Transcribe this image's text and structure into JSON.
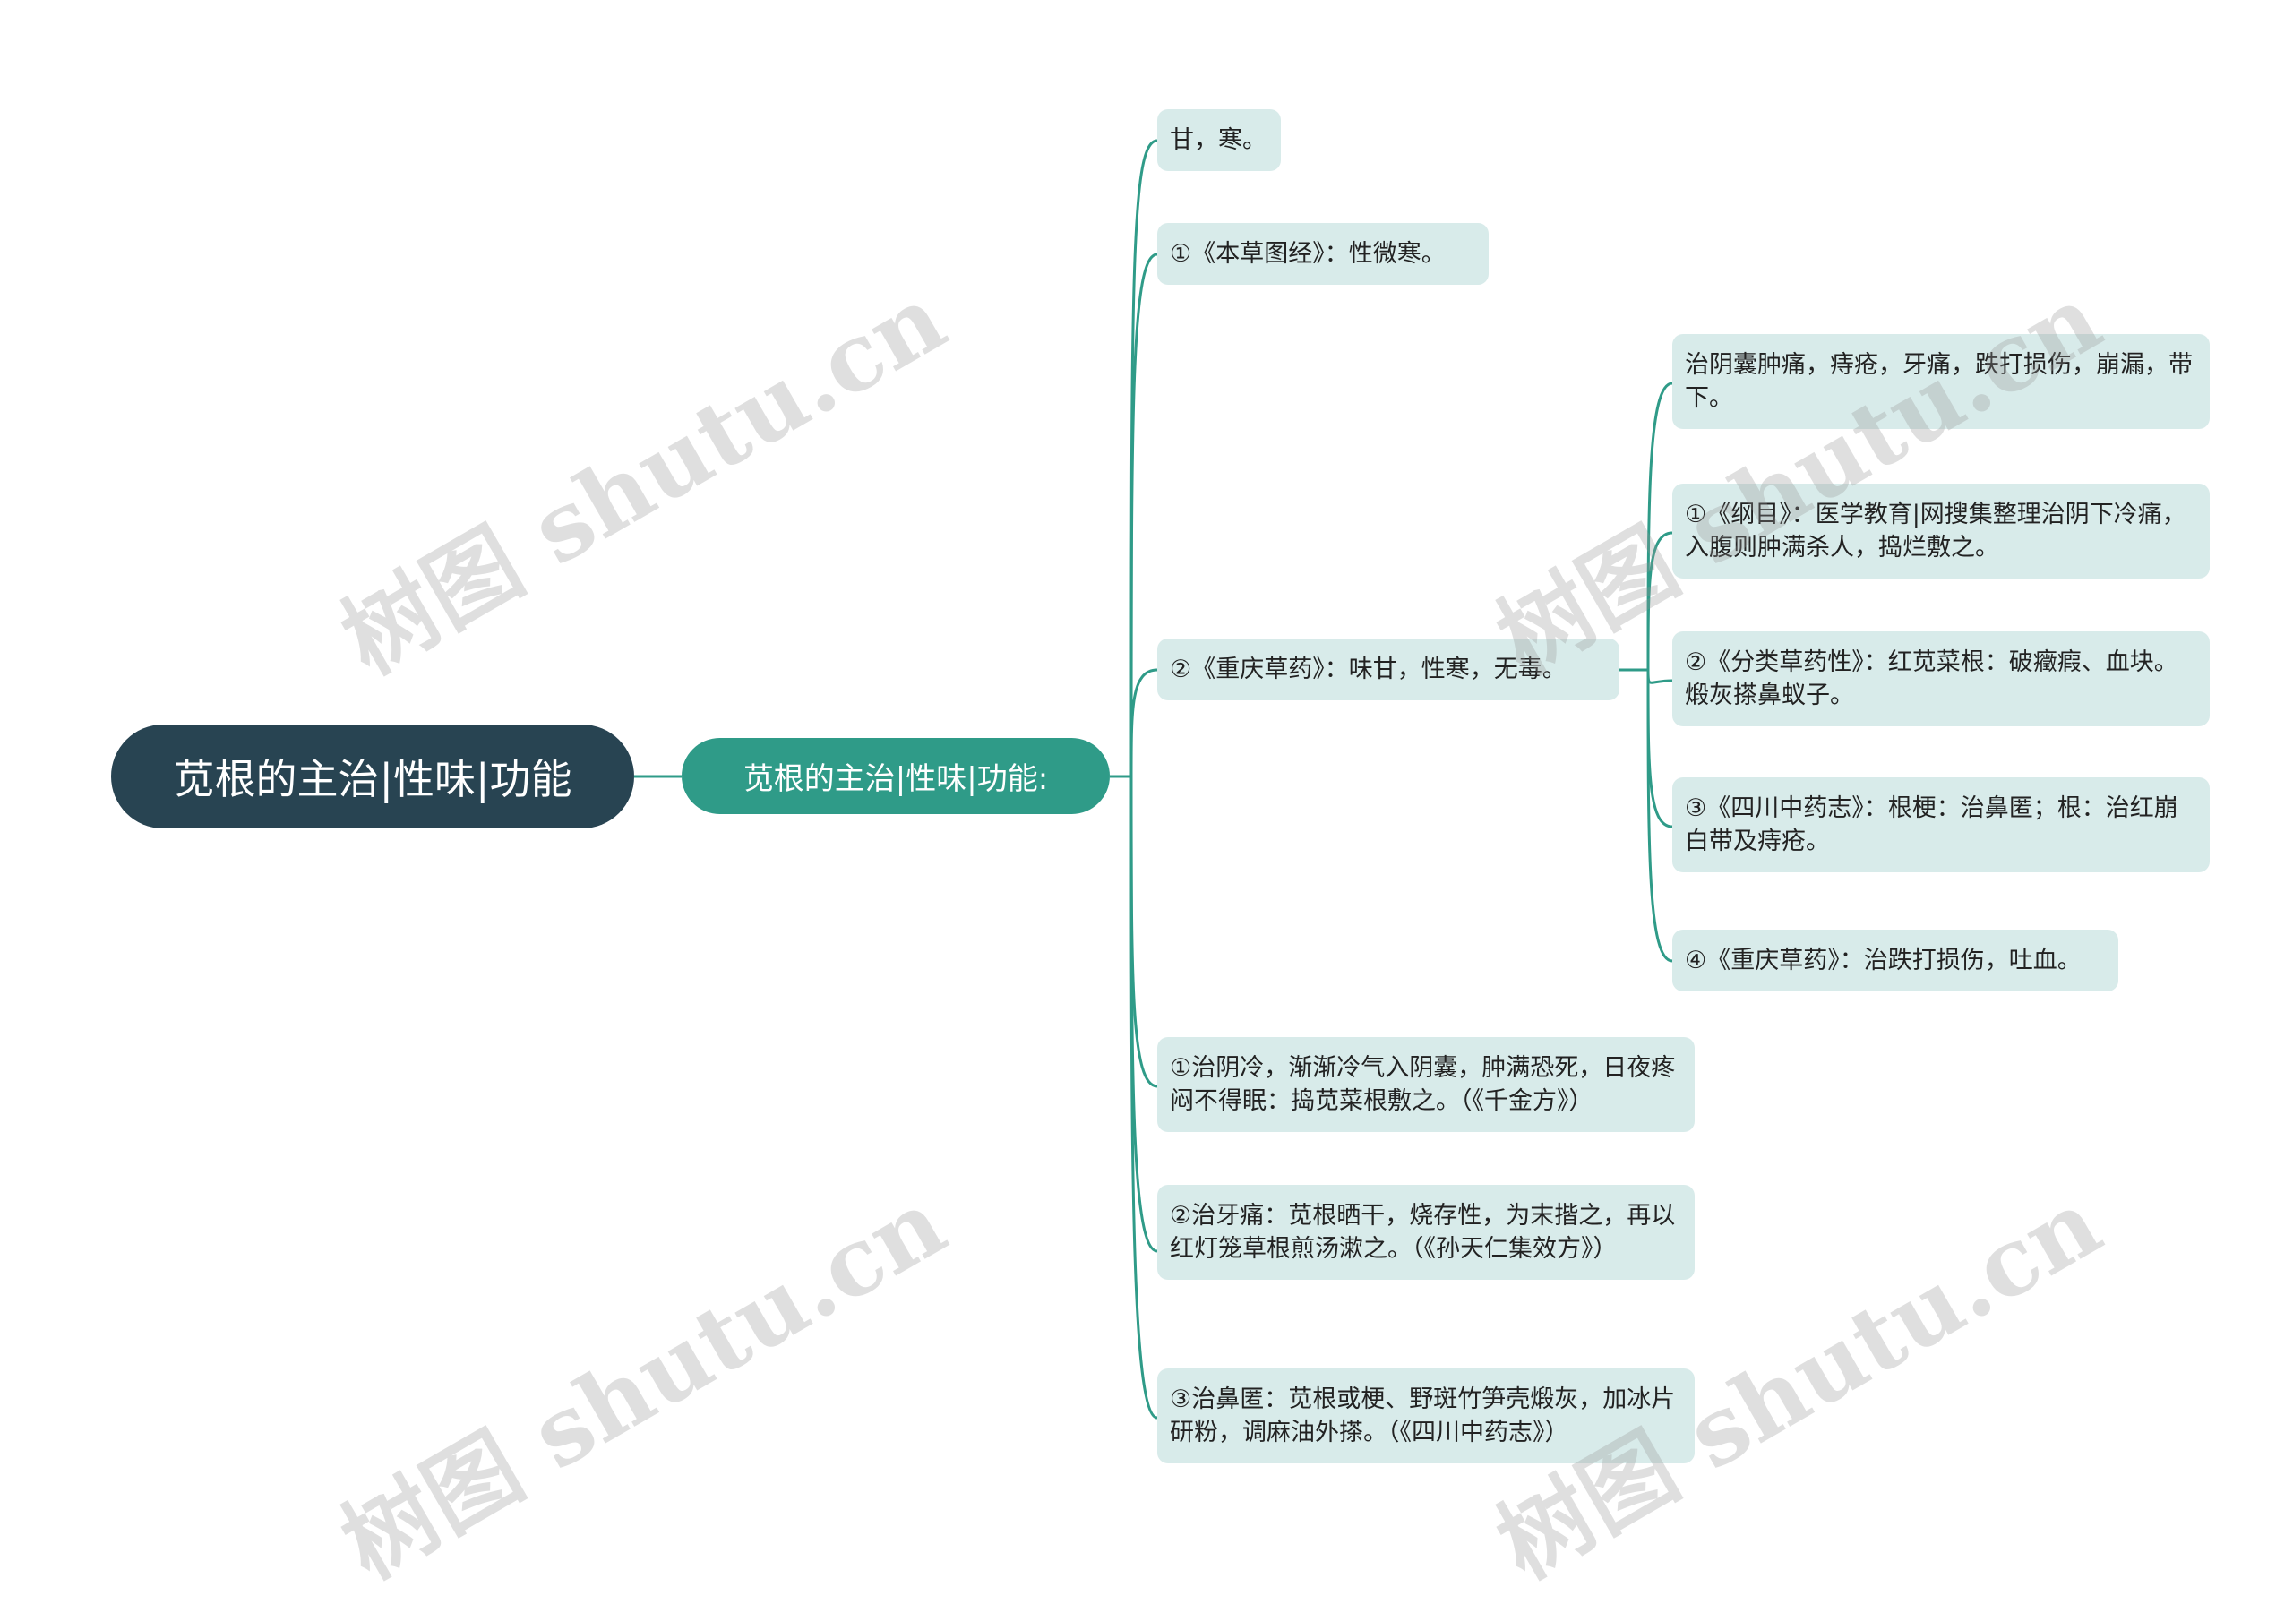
{
  "root": {
    "label": "苋根的主治|性味|功能"
  },
  "hub": {
    "label": "苋根的主治|性味|功能:"
  },
  "branches": [
    {
      "text": "甘，寒。"
    },
    {
      "text": "①《本草图经》：性微寒。"
    },
    {
      "text": "②《重庆草药》：味甘，性寒，无毒。"
    },
    {
      "text": "①治阴冷，渐渐冷气入阴囊，肿满恐死，日夜疼闷不得眠：捣苋菜根敷之。（《千金方》）"
    },
    {
      "text": "②治牙痛：苋根晒干，烧存性，为末揩之，再以红灯笼草根煎汤漱之。（《孙天仁集效方》）"
    },
    {
      "text": "③治鼻匿：苋根或梗、野斑竹笋壳煅灰，加冰片研粉，调麻油外搽。（《四川中药志》）"
    }
  ],
  "sub_branches": [
    {
      "text": "治阴囊肿痛，痔疮，牙痛，跌打损伤，崩漏，带下。"
    },
    {
      "text": "①《纲目》：医学教育|网搜集整理治阴下冷痛，入腹则肿满杀人，捣烂敷之。"
    },
    {
      "text": "②《分类草药性》：红苋菜根：破癥瘕、血块。煅灰搽鼻蚁子。"
    },
    {
      "text": "③《四川中药志》：根梗：治鼻匿；根：治红崩白带及痔疮。"
    },
    {
      "text": "④《重庆草药》：治跌打损伤，吐血。"
    }
  ],
  "watermark": "树图 shutu.cn",
  "colors": {
    "root": "#284452",
    "hub": "#2f9b88",
    "leaf": "#d8ebea",
    "line": "#2f9b88"
  }
}
